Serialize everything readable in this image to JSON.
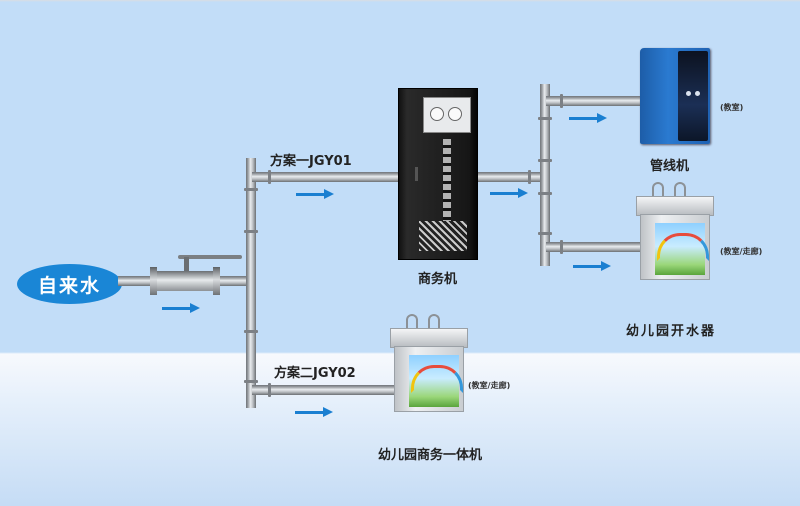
{
  "diagram": {
    "title": "",
    "source": {
      "label": "自来水",
      "color": "#1a86d6"
    },
    "arrow_color": "#1a7fd1",
    "schemes": [
      {
        "id": "scheme-1",
        "label": "方案一JGY01"
      },
      {
        "id": "scheme-2",
        "label": "方案二JGY02"
      }
    ],
    "devices": [
      {
        "id": "business-machine",
        "label": "商务机"
      },
      {
        "id": "pipeline-machine",
        "label": "管线机",
        "location": "(教室)"
      },
      {
        "id": "kindergarten-boiler",
        "label": "幼儿园开水器",
        "location": "(教室/走廊)"
      },
      {
        "id": "kindergarten-all-in-one",
        "label": "幼儿园商务一体机",
        "location": "(教室/走廊)"
      }
    ],
    "connections": [
      {
        "from": "自来水",
        "to": "valve"
      },
      {
        "from": "valve",
        "to": "方案一JGY01"
      },
      {
        "from": "valve",
        "to": "方案二JGY02"
      },
      {
        "from": "方案一JGY01",
        "to": "商务机"
      },
      {
        "from": "商务机",
        "to": "管线机"
      },
      {
        "from": "商务机",
        "to": "幼儿园开水器"
      },
      {
        "from": "方案二JGY02",
        "to": "幼儿园商务一体机"
      }
    ]
  }
}
